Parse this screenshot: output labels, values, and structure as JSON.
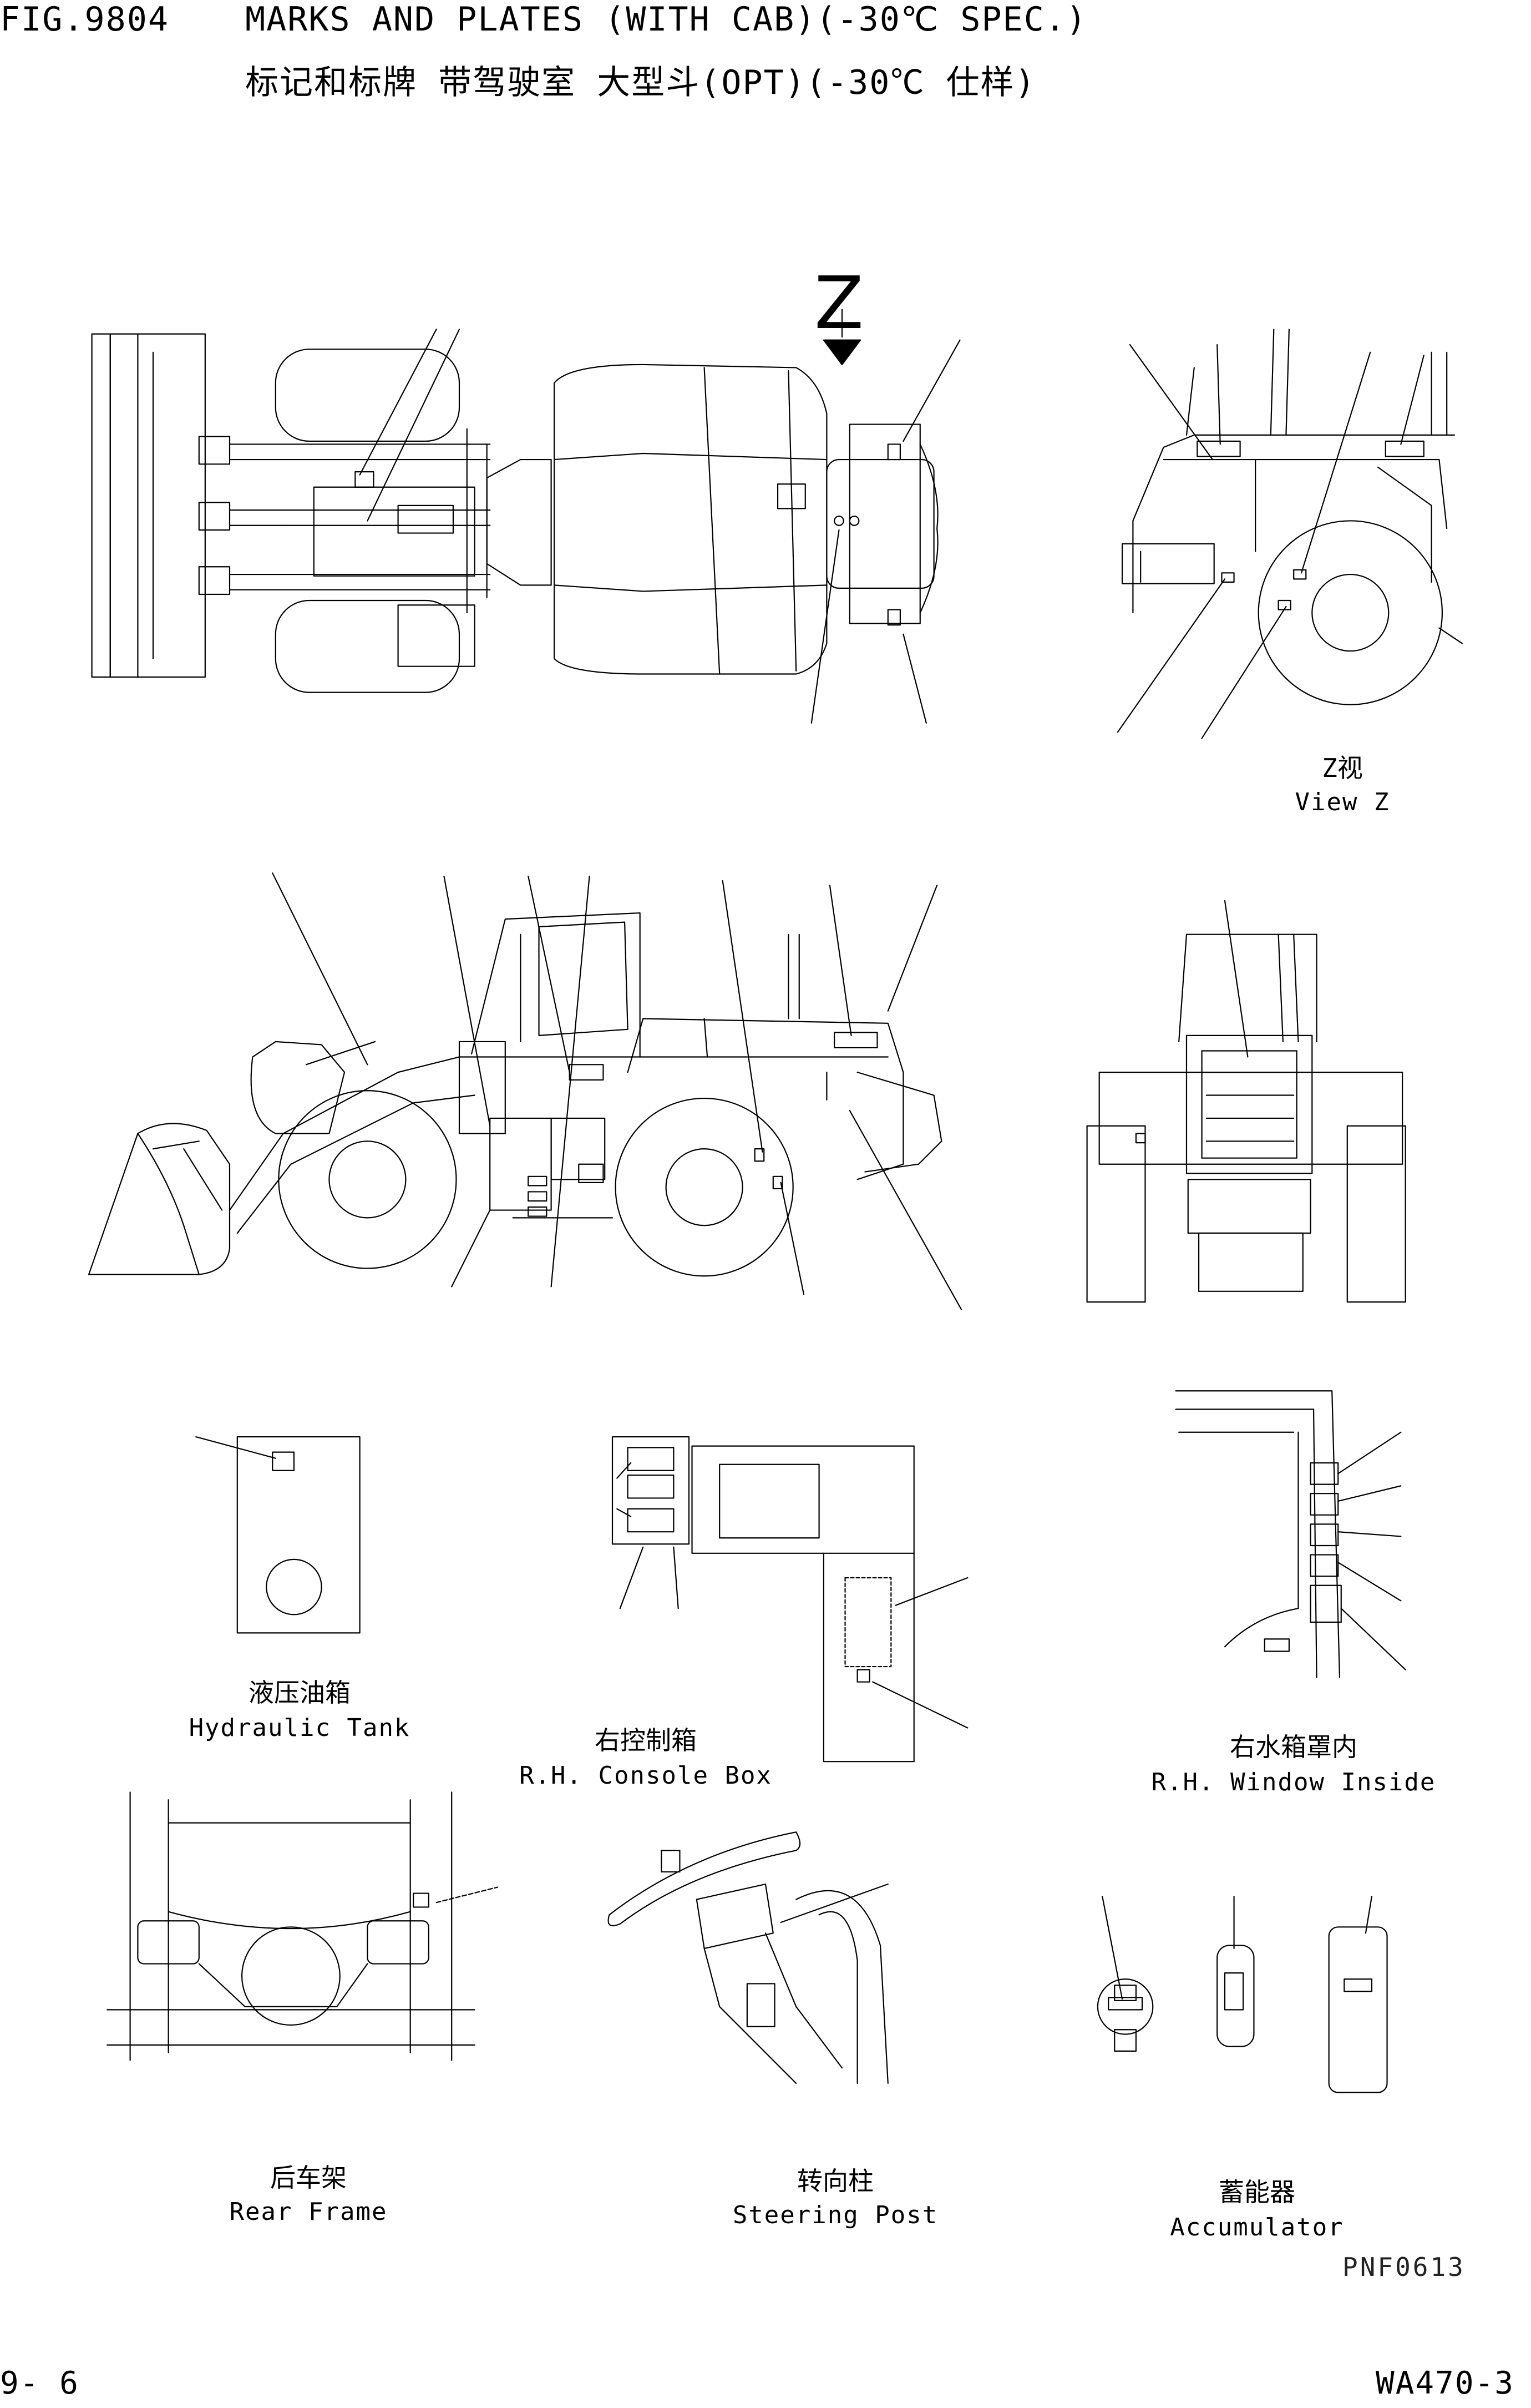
{
  "header": {
    "fig_no": "FIG.9804",
    "title_en": "MARKS AND PLATES (WITH CAB)(-30℃ SPEC.)",
    "title_cn": "标记和标牌 带驾驶室 大型斗(OPT)(-30℃ 仕样)"
  },
  "views": {
    "z_arrow_label": "Z",
    "view_z": {
      "cn": "Z视",
      "en": "View Z"
    },
    "hydraulic_tank": {
      "cn": "液压油箱",
      "en": "Hydraulic Tank"
    },
    "console_box": {
      "cn": "右控制箱",
      "en": "R.H. Console Box"
    },
    "window_inside": {
      "cn": "右水箱罩内",
      "en": "R.H. Window Inside"
    },
    "rear_frame": {
      "cn": "后车架",
      "en": "Rear Frame"
    },
    "steering_post": {
      "cn": "转向柱",
      "en": "Steering Post"
    },
    "accumulator": {
      "cn": "蓄能器",
      "en": "Accumulator"
    }
  },
  "footer": {
    "drawing_code": "PNF0613",
    "page_no": "9- 6",
    "model": "WA470-3"
  }
}
